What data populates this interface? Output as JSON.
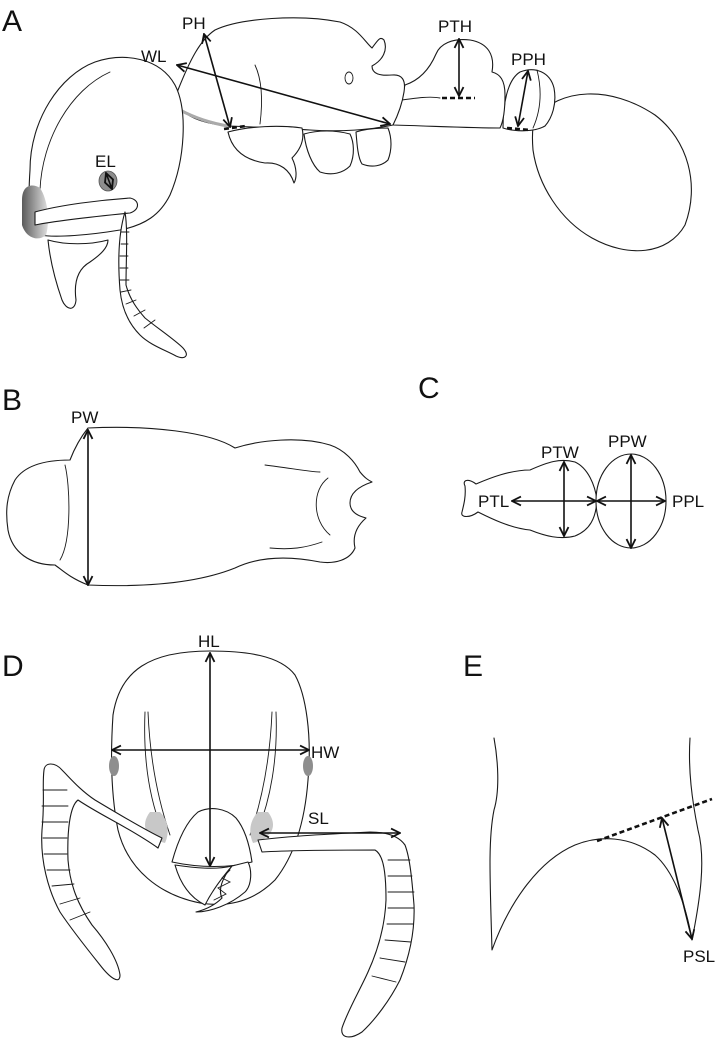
{
  "panels": {
    "a": "A",
    "b": "B",
    "c": "C",
    "d": "D",
    "e": "E"
  },
  "labels": {
    "ph": "PH",
    "wl": "WL",
    "el": "EL",
    "pth": "PTH",
    "pph": "PPH",
    "pw": "PW",
    "ptw": "PTW",
    "ppw": "PPW",
    "ptl": "PTL",
    "ppl": "PPL",
    "hl": "HL",
    "hw": "HW",
    "sl": "SL",
    "psl": "PSL"
  }
}
